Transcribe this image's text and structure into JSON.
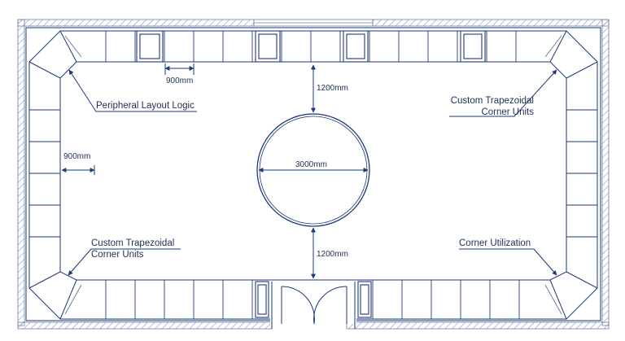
{
  "annotations": {
    "peripheral_layout": "Peripheral Layout Logic",
    "custom_corner_top_line1": "Custom Trapezoidal",
    "custom_corner_top_line2": "Corner Units",
    "custom_corner_bottom_line1": "Custom Trapezoidal",
    "custom_corner_bottom_line2": "Corner Units",
    "corner_utilization": "Corner Utilization"
  },
  "dimensions": {
    "unit_width_top": "900mm",
    "unit_depth_left": "900mm",
    "clearance_top": "1200mm",
    "clearance_bottom": "1200mm",
    "center_diameter": "3000mm"
  },
  "colors": {
    "line": "#1e3a7a",
    "light_line": "#6c7fa8",
    "text": "#1d2f55",
    "hatch": "#8a97b5"
  }
}
